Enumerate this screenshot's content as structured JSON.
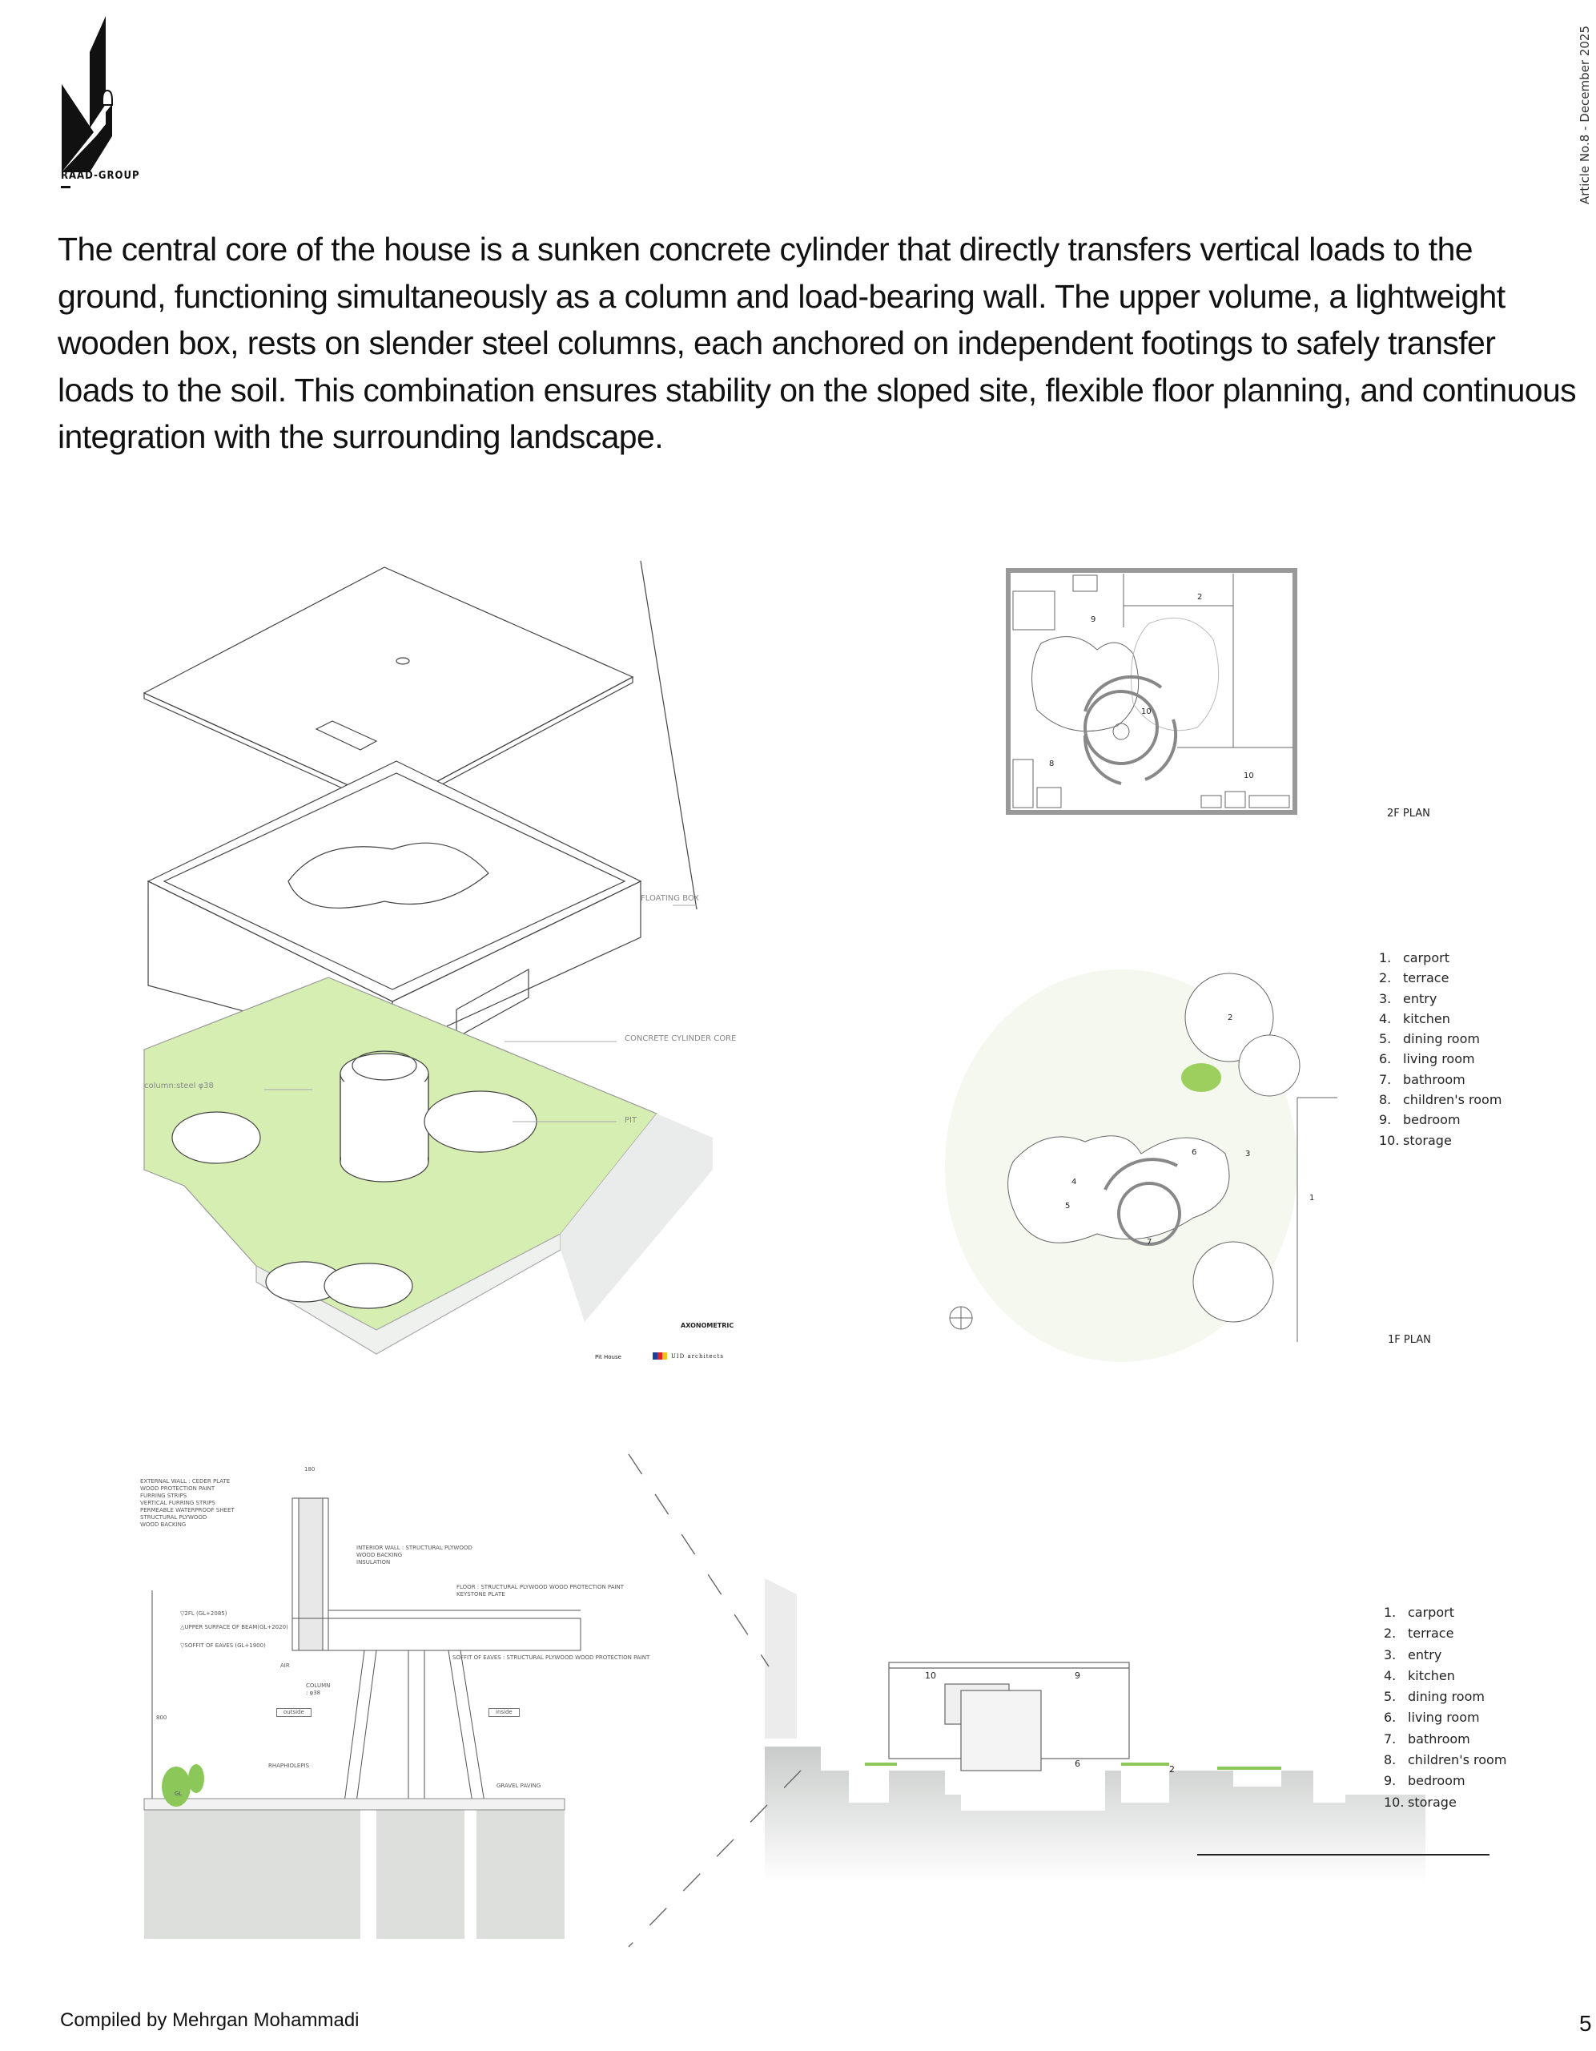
{
  "header": {
    "logo_text": "RAAD-GROUP",
    "side_note": "Article No.8 - December 2025"
  },
  "intro": "The central core of the house is a sunken concrete cylinder that directly transfers vertical loads to the ground, functioning simultaneously as a column and load-bearing wall. The upper volume, a lightweight wooden box, rests on slender steel columns, each anchored on independent footings to safely transfer loads to the soil. This combination ensures stability on the sloped site, flexible floor planning, and continuous integration with the surrounding landscape.",
  "axonometric": {
    "labels": {
      "floating_box": "FLOATING BOX",
      "cylinder_core": "CONCRETE CYLINDER CORE",
      "column": "column:steel φ38",
      "pit": "PIT",
      "title": "AXONOMETRIC",
      "project": "Pit House",
      "architect": "UID architects"
    },
    "brand_colors": [
      "#1f3fa0",
      "#d8242a",
      "#f2c21b"
    ],
    "ground_color": "#cfe9a4"
  },
  "plan_2f": {
    "title": "2F PLAN",
    "room_numbers": [
      "2",
      "9",
      "10",
      "8",
      "10"
    ]
  },
  "plan_1f": {
    "title": "1F PLAN",
    "room_numbers": [
      "2",
      "6",
      "4",
      "5",
      "3",
      "7",
      "1"
    ]
  },
  "legend": [
    {
      "num": "1.",
      "label": "carport"
    },
    {
      "num": "2.",
      "label": "terrace"
    },
    {
      "num": "3.",
      "label": "entry"
    },
    {
      "num": "4.",
      "label": "kitchen"
    },
    {
      "num": "5.",
      "label": "dining room"
    },
    {
      "num": "6.",
      "label": "living room"
    },
    {
      "num": "7.",
      "label": "bathroom"
    },
    {
      "num": "8.",
      "label": "children's room"
    },
    {
      "num": "9.",
      "label": "bedroom"
    },
    {
      "num": "10.",
      "label": "storage"
    }
  ],
  "detail": {
    "external_wall": "EXTERNAL WALL : CEDER PLATE\nWOOD PROTECTION PAINT\nFURRING STRIPS\nVERTICAL FURRING STRIPS\nPERMEABLE WATERPROOF SHEET\nSTRUCTURAL PLYWOOD\nWOOD BACKING",
    "interior_wall": "INTERIOR WALL : STRUCTURAL PLYWOOD\nWOOD BACKING\nINSULATION",
    "floor": "FLOOR : STRUCTURAL PLYWOOD WOOD PROTECTION PAINT\nKEYSTONE PLATE",
    "level_2fl": "▽2FL (GL+2085)",
    "upper_beam": "△UPPER SURFACE OF BEAM(GL+2020)",
    "soffit_level": "▽SOFFIT OF EAVES (GL+1900)",
    "soffit": "SOFFIT OF EAVES : STRUCTURAL PLYWOOD WOOD PROTECTION PAINT",
    "column": "COLUMN\n: φ38",
    "outside": "outside",
    "inside": "inside",
    "air": "AIR",
    "plant": "RHAPHIOLEPIS",
    "gravel": "GRAVEL PAVING",
    "gl": "GL",
    "dim_top": "180",
    "dim_height": "800"
  },
  "section": {
    "room_numbers": [
      "10",
      "9",
      "6",
      "2"
    ]
  },
  "footer": {
    "credit": "Compiled by Mehrgan Mohammadi",
    "page": "5"
  }
}
